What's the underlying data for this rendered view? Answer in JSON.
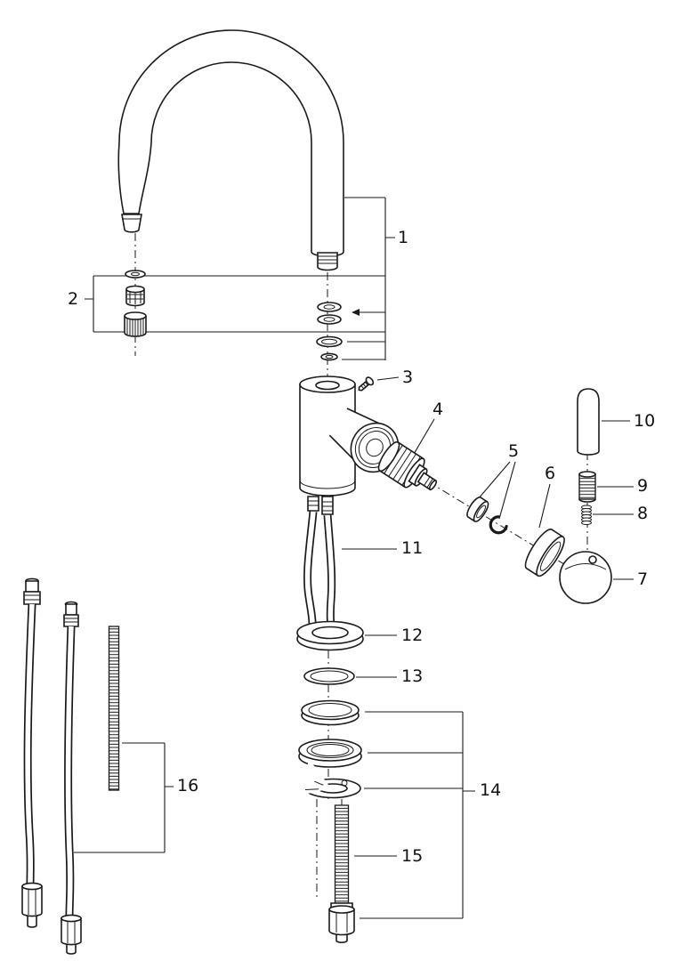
{
  "diagram": {
    "background": "#ffffff",
    "line_color": "#1a1a1a",
    "parts": [
      "1",
      "2",
      "3",
      "4",
      "5",
      "6",
      "7",
      "8",
      "9",
      "10",
      "11",
      "12",
      "13",
      "14",
      "15",
      "16"
    ]
  }
}
